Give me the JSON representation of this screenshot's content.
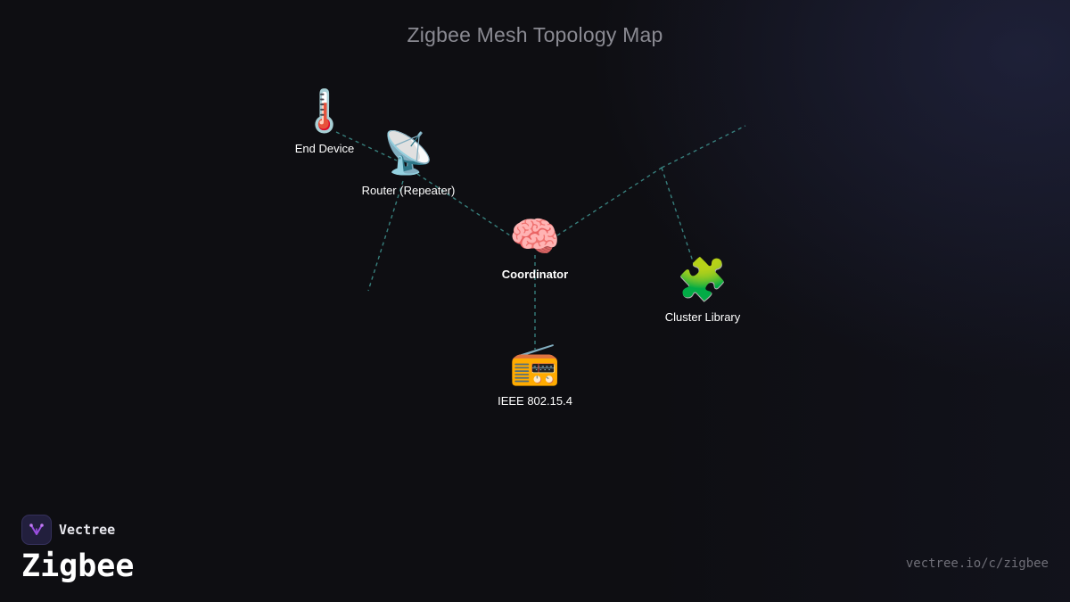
{
  "title": "Zigbee Mesh Topology Map",
  "nodes": {
    "end_device": {
      "icon": "🌡️",
      "icon_name": "thermometer-icon",
      "label": "End Device"
    },
    "router": {
      "icon": "📡",
      "icon_name": "satellite-antenna-icon",
      "label": "Router (Repeater)"
    },
    "coordinator": {
      "icon": "🧠",
      "icon_name": "brain-icon",
      "label": "Coordinator"
    },
    "cluster_library": {
      "icon": "🧩",
      "icon_name": "puzzle-piece-icon",
      "label": "Cluster Library"
    },
    "ieee": {
      "icon": "📻",
      "icon_name": "radio-icon",
      "label": "IEEE 802.15.4"
    }
  },
  "brand": {
    "name": "Vectree",
    "topic": "Zigbee",
    "url": "vectree.io/c/zigbee"
  },
  "colors": {
    "background": "#0e0e12",
    "link": "#3c8c88",
    "brand_accent": "#9a4fe0"
  }
}
